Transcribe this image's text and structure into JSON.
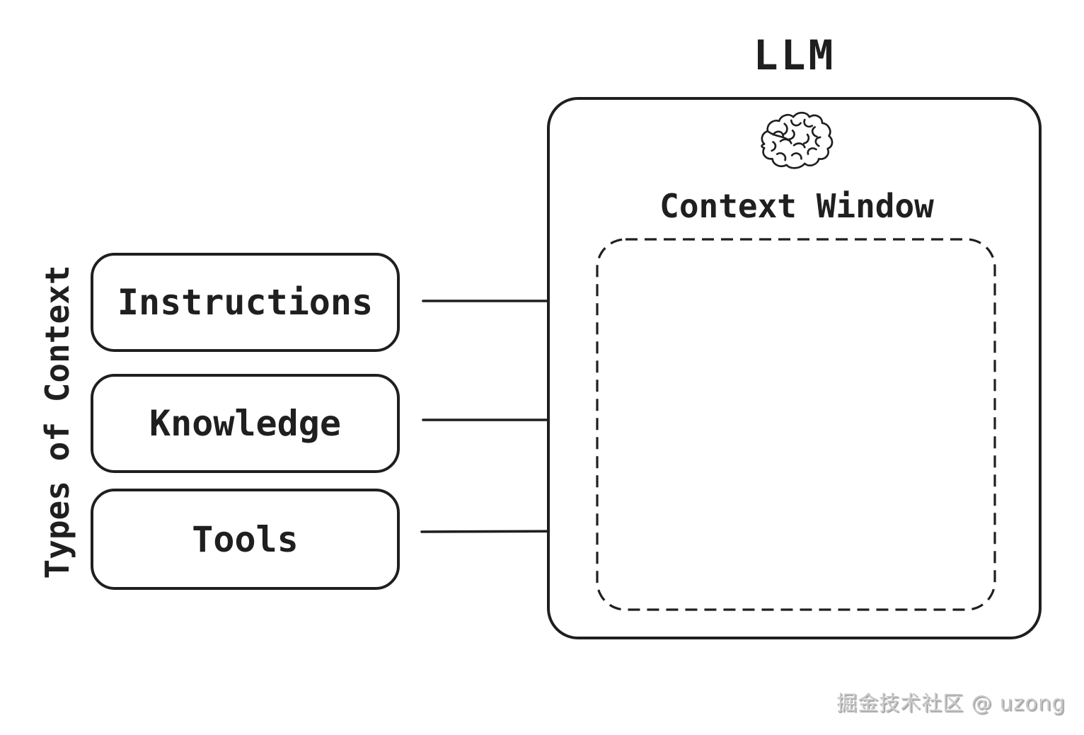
{
  "diagram": {
    "side_label": "Types of Context",
    "context_types": [
      {
        "label": "Instructions"
      },
      {
        "label": "Knowledge"
      },
      {
        "label": "Tools"
      }
    ],
    "llm": {
      "title": "LLM",
      "context_window_label": "Context Window"
    },
    "icons": {
      "brain": "brain-icon",
      "connector": "arrow-right-icon"
    },
    "colors": {
      "ink": "#1f1f1f",
      "background": "#ffffff",
      "watermark": "#c6c6c6"
    },
    "watermark": "掘金技术社区 @ uzong"
  }
}
